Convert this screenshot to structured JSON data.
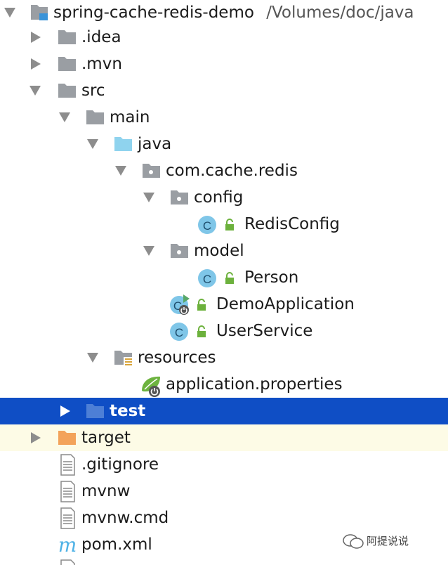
{
  "project": {
    "name": "spring-cache-redis-demo",
    "path": "/Volumes/doc/java"
  },
  "tree": {
    "idea": ".idea",
    "mvn": ".mvn",
    "src": "src",
    "main": "main",
    "java": "java",
    "package": "com.cache.redis",
    "config": "config",
    "redis_config": "RedisConfig",
    "model": "model",
    "person": "Person",
    "demo_application": "DemoApplication",
    "user_service": "UserService",
    "resources": "resources",
    "application_properties": "application.properties",
    "test": "test",
    "target": "target",
    "gitignore": ".gitignore",
    "mvnw": "mvnw",
    "mvnw_cmd": "mvnw.cmd",
    "pom_xml": "pom.xml"
  },
  "watermark": {
    "text": "阿提说说"
  },
  "colors": {
    "selection": "#0f4ec5",
    "highlight_row": "#fdfbe6",
    "folder_gray": "#9a9ea3",
    "source_folder": "#8fd3ee",
    "target_folder": "#f3a35a",
    "class_badge": "#7fc6e8",
    "lock_green": "#6cb13c"
  }
}
